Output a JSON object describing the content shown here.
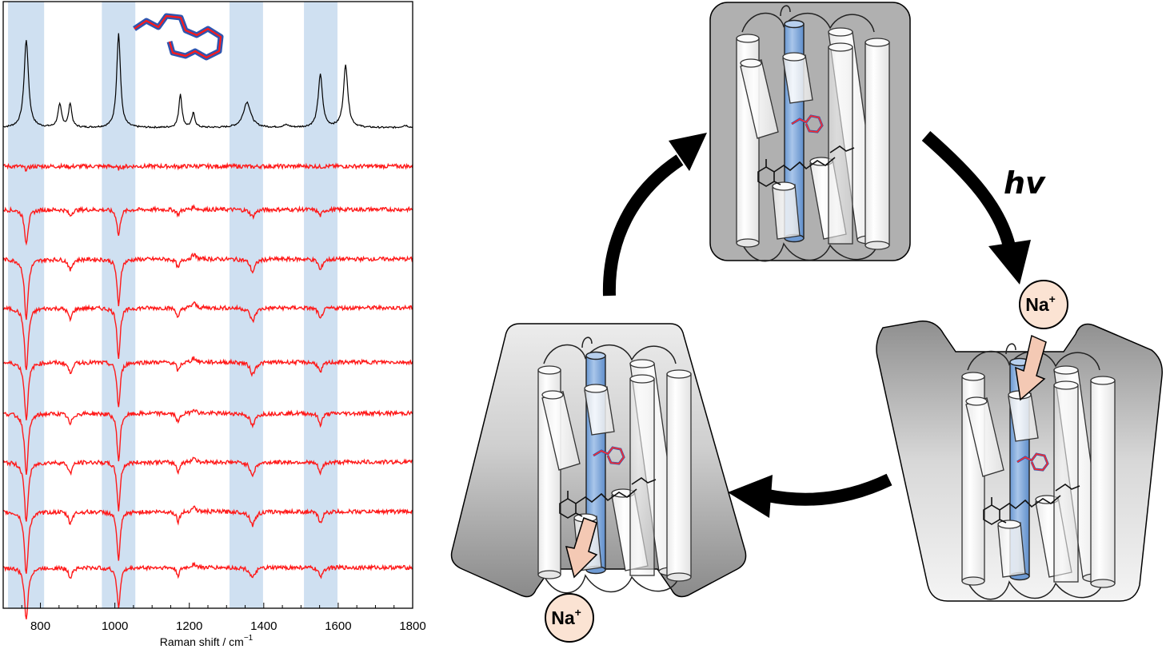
{
  "spectrum_panel": {
    "x_ticks": [
      "800",
      "1000",
      "1200",
      "1400",
      "1600",
      "1800"
    ],
    "x_axis_label": "Raman shift / cm",
    "x_axis_unit_exponent": "−1",
    "highlight_color": "#cfe0f1",
    "reference_trace_color": "#000000",
    "difference_trace_color": "#ff1a1a"
  },
  "chart_data": {
    "type": "line",
    "xlim": [
      700,
      1800
    ],
    "x_tick_values": [
      800,
      1000,
      1200,
      1400,
      1600,
      1800
    ],
    "y_axis": "none (stacked spectra, arbitrary offset)",
    "highlighted_bands": [
      [
        713,
        810
      ],
      [
        965,
        1055
      ],
      [
        1308,
        1398
      ],
      [
        1508,
        1598
      ]
    ],
    "reference_peaks_cm": [
      762,
      852,
      880,
      1010,
      1176,
      1211,
      1355,
      1552,
      1620
    ],
    "difference_trace_count": 9,
    "difference_negative_peaks_cm": [
      762,
      880,
      1010,
      1170,
      1370,
      1552
    ]
  },
  "cycle": {
    "light_label": "hv",
    "ion_label": "Na",
    "ion_charge": "+",
    "helix_highlight_color": "#7aa6dc",
    "ion_fill": "#fbe3d3",
    "arrow_fill": "#f4c9b4"
  }
}
